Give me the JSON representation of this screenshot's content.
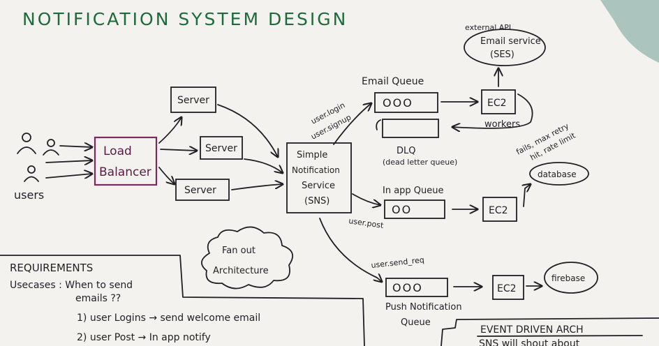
{
  "title": "NOTIFICATION SYSTEM DESIGN",
  "colors": {
    "paper": "#f4f2ee",
    "ink": "#1f1f24",
    "title_green": "#1d6b3a",
    "load_balancer_purple": "#7a2a5e",
    "corner_teal": "#6f9e97"
  },
  "users": {
    "label": "users"
  },
  "load_balancer": {
    "line1": "Load",
    "line2": "Balancer"
  },
  "servers": [
    "Server",
    "Server",
    "Server"
  ],
  "sns": {
    "line1": "Simple",
    "line2": "Notification",
    "line3": "Service",
    "line4": "(SNS)"
  },
  "email_branch": {
    "edge_label_1": "user.login",
    "edge_label_2": "user.signup",
    "queue_label": "Email Queue",
    "queue_slots": "OOO",
    "dlq_label": "DLQ",
    "dlq_caption": "(dead letter queue)",
    "worker": "EC2",
    "worker_label": "workers",
    "external_label": "external API",
    "service_line1": "Email service",
    "service_line2": "(SES)",
    "retry_line1": "fails, max retry",
    "retry_line2": "hit, rate limit"
  },
  "in_app_branch": {
    "edge_label": "user.post",
    "queue_label": "In app Queue",
    "queue_slots": "OO",
    "worker": "EC2",
    "target": "database"
  },
  "push_branch": {
    "edge_label": "user.send_req",
    "queue_slots": "OOO",
    "queue_label_1": "Push Notification",
    "queue_label_2": "Queue",
    "worker": "EC2",
    "target": "firebase"
  },
  "fan_out": {
    "line1": "Fan out",
    "line2": "Architecture"
  },
  "requirements": {
    "heading": "REQUIREMENTS",
    "usecases_line1": "Usecases : When to send",
    "usecases_line2": "emails ??",
    "item1": "1) user Logins → send welcome email",
    "item2": "2) user Post → In app notify"
  },
  "event_driven": {
    "heading": "EVENT DRIVEN ARCH",
    "line1": "SNS will shout about"
  }
}
